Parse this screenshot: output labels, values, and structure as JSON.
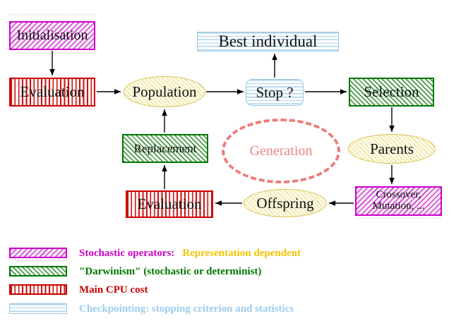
{
  "diagram": {
    "nodes": {
      "initialisation": "Initialisation",
      "evaluation_top": "Evaluation",
      "population": "Population",
      "best_individual": "Best individual",
      "stop": "Stop ?",
      "selection": "Selection",
      "replacement": "Replacement",
      "generation": "Generation",
      "parents": "Parents",
      "crossover_line1": "Crossover,",
      "crossover_line2": "Mutation, ...",
      "offspring": "Offspring",
      "evaluation_bottom": "Evaluation"
    },
    "legend": {
      "items": [
        {
          "swatch": "magenta-diagonal-hatch",
          "label": "Stochastic operators:",
          "label2": "Representation dependent"
        },
        {
          "swatch": "green-diagonal-hatch",
          "label": "\"Darwinism\" (stochastic or determinist)"
        },
        {
          "swatch": "red-vertical-stripes",
          "label": "Main CPU cost"
        },
        {
          "swatch": "blue-horizontal-stripes",
          "label": "Checkpointing: stopping criterion and statistics"
        }
      ]
    },
    "colors": {
      "magenta": "#CC00CC",
      "red": "#CC0000",
      "green": "#007700",
      "gold_border": "#D9C050",
      "gold_text": "#F2C400",
      "light_blue": "#9CC8E2",
      "light_blue_text": "#9CCCEE",
      "salmon": "#EE7C7C",
      "arrow": "#000000"
    }
  }
}
